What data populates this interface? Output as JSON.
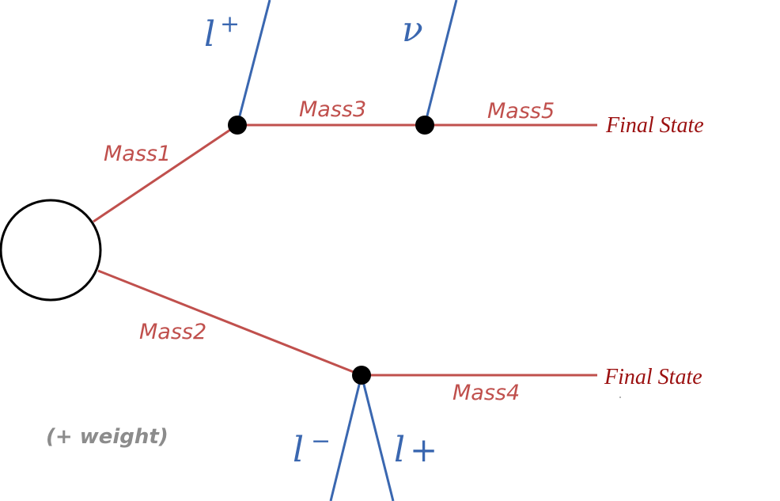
{
  "diagram": {
    "mass_labels": {
      "mass1": "Mass1",
      "mass2": "Mass2",
      "mass3": "Mass3",
      "mass4": "Mass4",
      "mass5": "Mass5"
    },
    "final_states": {
      "upper": "Final State",
      "lower": "Final State"
    },
    "particles": {
      "upper_lepton": {
        "symbol": "l",
        "charge": "+"
      },
      "neutrino": {
        "symbol": "ν"
      },
      "lower_lepton_minus": {
        "symbol": "l",
        "charge": "−"
      },
      "lower_lepton_plus": {
        "symbol": "l",
        "charge": "+"
      }
    },
    "weight_note": "(+ weight)",
    "colors": {
      "massive_line": "#c0504d",
      "lepton_line": "#3a67b0",
      "final_state_text": "#9b1010",
      "vertex": "#000000",
      "weight_text": "#8c8c8c"
    }
  }
}
